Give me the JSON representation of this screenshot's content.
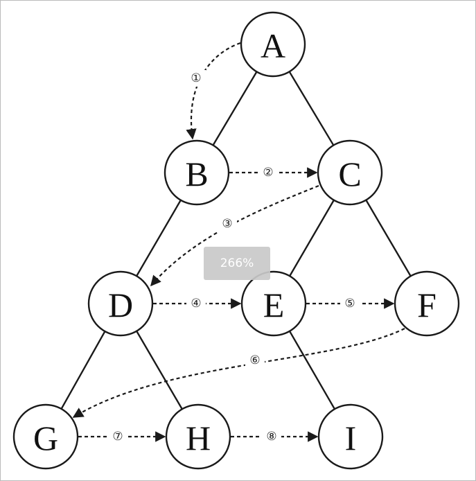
{
  "diagram": {
    "type": "tree-traversal",
    "nodes": [
      "A",
      "B",
      "C",
      "D",
      "E",
      "F",
      "G",
      "H",
      "I"
    ],
    "edges": [
      [
        "A",
        "B"
      ],
      [
        "A",
        "C"
      ],
      [
        "B",
        "D"
      ],
      [
        "C",
        "E"
      ],
      [
        "C",
        "F"
      ],
      [
        "D",
        "G"
      ],
      [
        "D",
        "H"
      ],
      [
        "E",
        "I"
      ]
    ],
    "traversal": [
      {
        "from": "A",
        "to": "B",
        "step": "①"
      },
      {
        "from": "B",
        "to": "C",
        "step": "②"
      },
      {
        "from": "C",
        "to": "D",
        "step": "③"
      },
      {
        "from": "D",
        "to": "E",
        "step": "④"
      },
      {
        "from": "E",
        "to": "F",
        "step": "⑤"
      },
      {
        "from": "F",
        "to": "G",
        "step": "⑥"
      },
      {
        "from": "G",
        "to": "H",
        "step": "⑦"
      },
      {
        "from": "H",
        "to": "I",
        "step": "⑧"
      }
    ]
  },
  "viewer": {
    "zoom": "266%"
  }
}
